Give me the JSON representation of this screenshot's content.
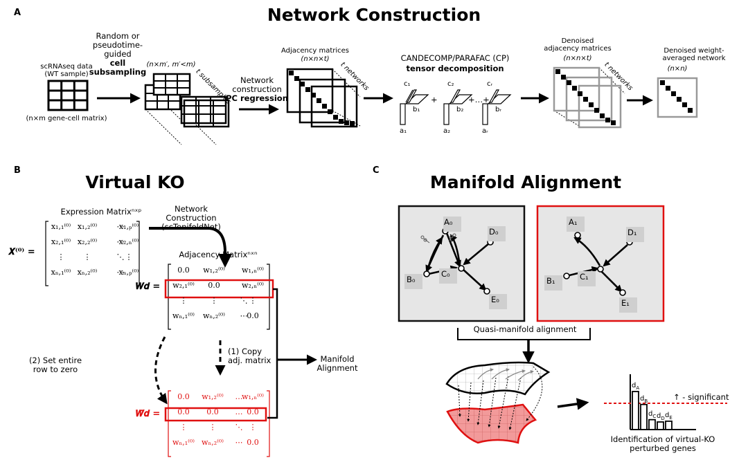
{
  "panel_a": {
    "letter": "A",
    "title": "Network Construction",
    "input_label": [
      "scRNAseq data",
      "(WT sample)"
    ],
    "input_dims": "(n×m gene-cell matrix)",
    "subsample_step": [
      "Random or",
      "pseudotime-",
      "guided",
      "cell",
      "subsampling"
    ],
    "subsample_dims": "(n×m′, m′<m)",
    "t_subsamples": "t subsamples",
    "network_step": [
      "Network",
      "construction",
      "PC regression"
    ],
    "adjacency_title": "Adjacency matrices",
    "adjacency_dims": "(n×n×t)",
    "t_networks": "t networks",
    "cp_title": "CANDECOMP/PARAFAC (CP)",
    "cp_subtitle": "tensor decomposition",
    "cp_components": {
      "c": [
        "c₁",
        "c₂",
        "cᵣ"
      ],
      "b": [
        "b₁",
        "b₂",
        "bᵣ"
      ],
      "a": [
        "a₁",
        "a₂",
        "aᵣ"
      ],
      "plus_1": "+",
      "plus_2": "+…+"
    },
    "denoised_title": [
      "Denoised",
      "adjacency matrices"
    ],
    "denoised_dims": "(n×n×t)",
    "denoised_t_networks": "t networks",
    "averaged_title": [
      "Denoised weight-",
      "averaged network"
    ],
    "averaged_dims": "(n×n)"
  },
  "panel_b": {
    "letter": "B",
    "title": "Virtual KO",
    "expression_label": "Expression Matrixⁿˣᵖ",
    "x_symbol": "𝑿⁽⁰⁾ =",
    "x_matrix": [
      [
        "x₁,₁⁽⁰⁾",
        "x₁,₂⁽⁰⁾",
        "⋯",
        "x₁,ₚ⁽⁰⁾"
      ],
      [
        "x₂,₁⁽⁰⁾",
        "x₂,₂⁽⁰⁾",
        "⋯",
        "x₂,ₙ⁽⁰⁾"
      ],
      [
        "⋮",
        "⋮",
        "⋱",
        "⋮"
      ],
      [
        "xₙ,₁⁽⁰⁾",
        "xₙ,₂⁽⁰⁾",
        "⋯",
        "xₙ,ₚ⁽⁰⁾"
      ]
    ],
    "network_label": [
      "Network",
      "Construction",
      "(scTenifoldNet)"
    ],
    "adjacency_label": "Adjacency Matrixⁿˣⁿ",
    "w_symbol": "𝑾𝒅 =",
    "w_matrix": [
      [
        "0.0",
        "w₁,₂⁽⁰⁾",
        "",
        "w₁,ₙ⁽⁰⁾"
      ],
      [
        "w₂,₁⁽⁰⁾",
        "0.0",
        "",
        "w₂,ₙ⁽⁰⁾"
      ],
      [
        "⋮",
        "⋮",
        "⋱",
        "⋮"
      ],
      [
        "wₙ,₁⁽⁰⁾",
        "wₙ,₂⁽⁰⁾",
        "⋯",
        "0.0"
      ]
    ],
    "step2": [
      "(2) Set entire",
      "row to zero"
    ],
    "step1": [
      "(1) Copy",
      "adj. matrix"
    ],
    "manifold_label": [
      "Manifold",
      "Alignment"
    ],
    "wt_symbol": "𝑾̃𝒅 =",
    "wt_matrix": [
      [
        "0.0",
        "w₁,₂⁽⁰⁾",
        "…",
        "w₁,ₙ⁽⁰⁾"
      ],
      [
        "0.0",
        "0.0",
        "…",
        "0.0"
      ],
      [
        "⋮",
        "⋮",
        "⋱",
        "⋮"
      ],
      [
        "wₙ,₁⁽⁰⁾",
        "wₙ,₂⁽⁰⁾",
        "⋯",
        "0.0"
      ]
    ],
    "accent_color": "#e01010"
  },
  "panel_c": {
    "letter": "C",
    "title": "Manifold Alignment",
    "wt_nodes": [
      "A₀",
      "D₀",
      "B₀",
      "C₀",
      "E₀"
    ],
    "ko_nodes": [
      "A₁",
      "D₁",
      "B₁",
      "C₁",
      "E₁"
    ],
    "quasi_label": "Quasi-manifold alignment",
    "bar_labels": [
      "d_A",
      "d_B",
      "d_C",
      "d_D",
      "d_E"
    ],
    "bar_values": [
      1.0,
      0.66,
      0.26,
      0.2,
      0.22
    ],
    "significant_label": "↑ - significant",
    "identification": [
      "Identification of virtual-KO",
      "perturbed genes"
    ],
    "wt_box_color": "#e6e6e6",
    "ko_box_color": "#e01010"
  }
}
